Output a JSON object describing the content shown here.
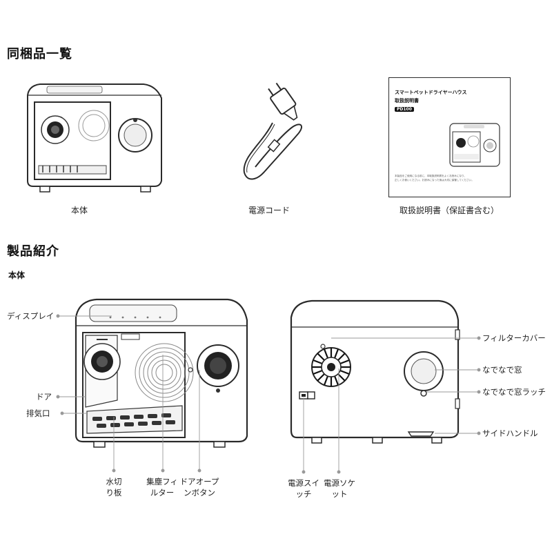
{
  "sections": {
    "contents_title": "同梱品一覧",
    "intro_title": "製品紹介",
    "body_subtitle": "本体"
  },
  "contents": [
    {
      "caption": "本体"
    },
    {
      "caption": "電源コード"
    },
    {
      "caption": "取扱説明書（保証書含む）"
    }
  ],
  "manual": {
    "title_line1": "スマートペットドライヤーハウス",
    "title_line2": "取扱説明書",
    "model": "PD100",
    "footer_line1": "本製品をご使用になる前に、本取扱説明書をよくお読みになり、",
    "footer_line2": "正しくお使いください。お読みになった後は大切に保管してください。"
  },
  "front_labels": {
    "display": "ディスプレイ",
    "door": "ドア",
    "exhaust": "排気口",
    "drain_line1": "水切",
    "drain_line2": "り板",
    "filter_line1": "集塵フィ",
    "filter_line2": "ルター",
    "door_open_line1": "ドアオープ",
    "door_open_line2": "ンボタン"
  },
  "back_labels": {
    "filter_cover": "フィルターカバー",
    "pet_window": "なでなで窓",
    "window_latch": "なでなで窓ラッチ",
    "side_handle": "サイドハンドル",
    "power_switch_line1": "電源スイ",
    "power_switch_line2": "ッチ",
    "power_socket_line1": "電源ソケ",
    "power_socket_line2": "ット"
  },
  "colors": {
    "line": "#2a2a2a",
    "leader": "#888888",
    "accent": "#111111"
  }
}
